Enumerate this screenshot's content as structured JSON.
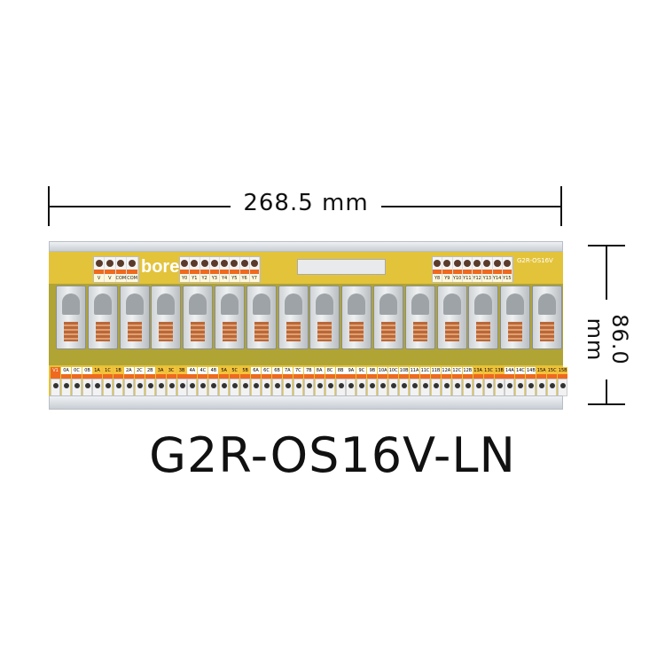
{
  "dimensions": {
    "width_label": "268.5 mm",
    "height_label": "86.0 mm"
  },
  "product_title": "G2R-OS16V-LN",
  "board": {
    "logo": "bore",
    "model_marking": "G2R-OS16V",
    "power_terminals": [
      "V",
      "V",
      "COM",
      "COM"
    ],
    "inputs_left": [
      "Y0",
      "Y1",
      "Y2",
      "Y3",
      "Y4",
      "Y5",
      "Y6",
      "Y7"
    ],
    "inputs_right": [
      "Y8",
      "Y9",
      "Y10",
      "Y11",
      "Y12",
      "Y13",
      "Y14",
      "Y15"
    ],
    "relay_count": 16,
    "output_groups": [
      [
        "V1",
        "0A",
        "0C",
        "0B"
      ],
      [
        "1A",
        "1C",
        "1B"
      ],
      [
        "2A",
        "2C",
        "2B"
      ],
      [
        "3A",
        "3C",
        "3B"
      ],
      [
        "4A",
        "4C",
        "4B"
      ],
      [
        "5A",
        "5C",
        "5B"
      ],
      [
        "6A",
        "6C",
        "6B"
      ],
      [
        "7A",
        "7C",
        "7B"
      ],
      [
        "8A",
        "8C",
        "8B"
      ],
      [
        "9A",
        "9C",
        "9B"
      ],
      [
        "10A",
        "10C",
        "10B"
      ],
      [
        "11A",
        "11C",
        "11B"
      ],
      [
        "12A",
        "12C",
        "12B"
      ],
      [
        "13A",
        "13C",
        "13B"
      ],
      [
        "14A",
        "14C",
        "14B"
      ],
      [
        "15A",
        "15C",
        "15B"
      ]
    ]
  }
}
